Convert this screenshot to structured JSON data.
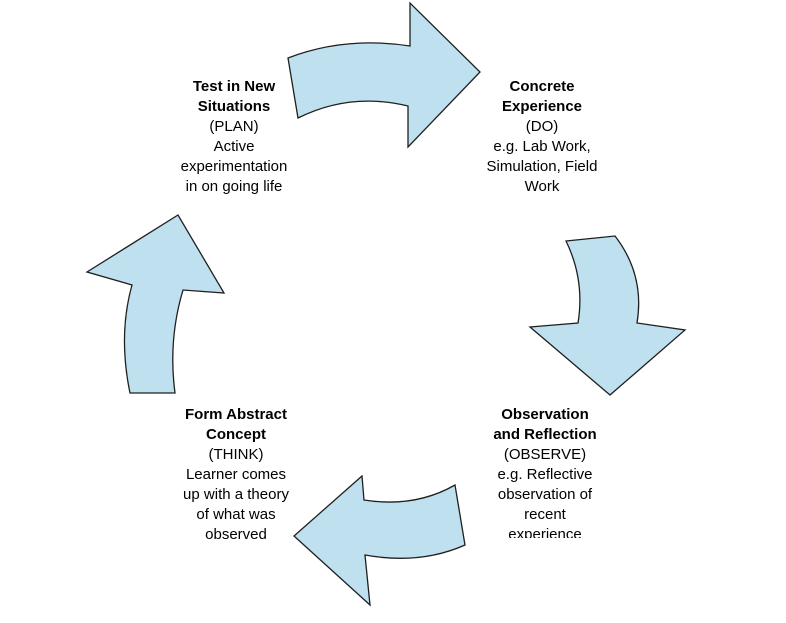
{
  "diagram": {
    "arrow_fill": "#bfe0ef",
    "arrow_stroke": "#1f1f1f",
    "stages": {
      "plan": {
        "title_lines": [
          "Test in New",
          "Situations"
        ],
        "lines": [
          "(PLAN)",
          "Active",
          "experimentation",
          "in on going life"
        ]
      },
      "do": {
        "title_lines": [
          "Concrete",
          "Experience"
        ],
        "lines": [
          "(DO)",
          "e.g. Lab Work,",
          "Simulation, Field",
          "Work"
        ]
      },
      "observe": {
        "title_lines": [
          "Observation",
          "and Reflection"
        ],
        "lines": [
          "(OBSERVE)",
          "e.g. Reflective",
          "observation of",
          "recent",
          "experience"
        ]
      },
      "think": {
        "title_lines": [
          "Form Abstract",
          "Concept"
        ],
        "lines": [
          "(THINK)",
          "Learner comes",
          "up with a theory",
          "of what was",
          "observed"
        ]
      }
    }
  }
}
